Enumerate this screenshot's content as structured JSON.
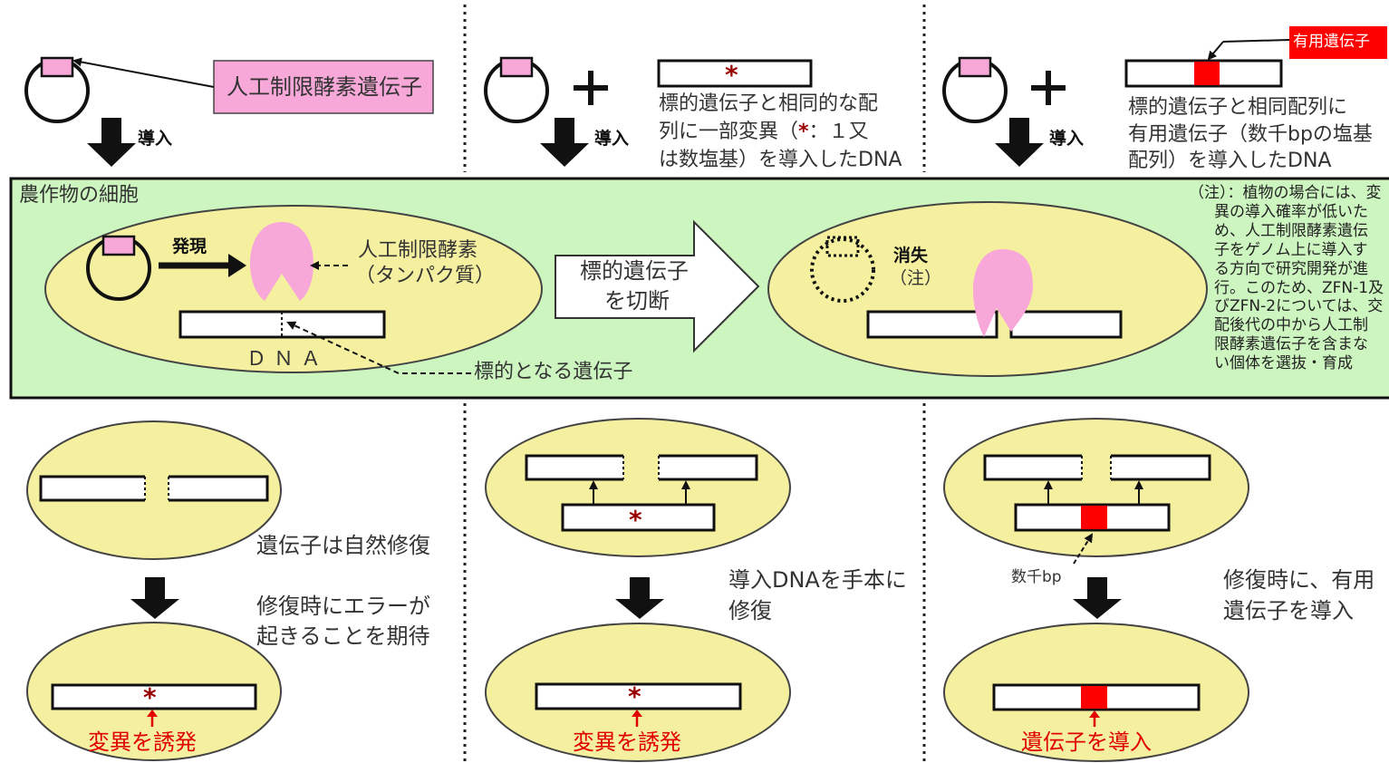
{
  "top": {
    "col1": {
      "box_label": "人工制限酵素遺伝子",
      "arrow_label": "導入"
    },
    "col2": {
      "plus": "+",
      "arrow_label": "導入",
      "asterisk": "*",
      "desc_lines": [
        "標的遺伝子と相同的な配",
        "列に一部変異（",
        "：１又",
        "は数塩基）を導入したDNA"
      ]
    },
    "col3": {
      "plus": "+",
      "arrow_label": "導入",
      "tag": "有用遺伝子",
      "desc_lines": [
        "標的遺伝子と相同配列に",
        "有用遺伝子（数千bpの塩基",
        "配列）を導入したDNA"
      ]
    }
  },
  "middle": {
    "title": "農作物の細胞",
    "express_label": "発現",
    "enzyme_label_1": "人工制限酵素",
    "enzyme_label_2": "（タンパク質）",
    "dna_label": "ＤＮＡ",
    "target_gene_label": "標的となる遺伝子",
    "big_arrow_line1": "標的遺伝子",
    "big_arrow_line2": "を切断",
    "disappear_label": "消失",
    "disappear_note": "（注）",
    "note_lines": [
      "（注）：植物の場合には、変",
      "異の導入確率が低いた",
      "め、人工制限酵素遺伝",
      "子をゲノム上に導入す",
      "る方向で研究開発が進",
      "行。このため、ZFN-1及",
      "びZFN-2については、交",
      "配後代の中から人工制",
      "限酵素遺伝子を含まな",
      "い個体を選抜・育成"
    ]
  },
  "bottom": {
    "col1": {
      "text1": "遺伝子は自然修復",
      "text2": "修復時にエラーが",
      "text3": "起きることを期待",
      "asterisk": "*",
      "result": "変異を誘発"
    },
    "col2": {
      "asterisk_top": "*",
      "text1": "導入DNAを手本に",
      "text2": "修復",
      "asterisk": "*",
      "result": "変異を誘発"
    },
    "col3": {
      "bp_label": "数千bp",
      "text1": "修復時に、有用",
      "text2": "遺伝子を導入",
      "result": "遺伝子を導入"
    }
  },
  "colors": {
    "cell_yellow": "#f5f0a0",
    "panel_green": "#cdf5c0",
    "enzyme_pink": "#f7a8d8",
    "gene_red": "#ff0000",
    "asterisk_red": "#990000"
  }
}
